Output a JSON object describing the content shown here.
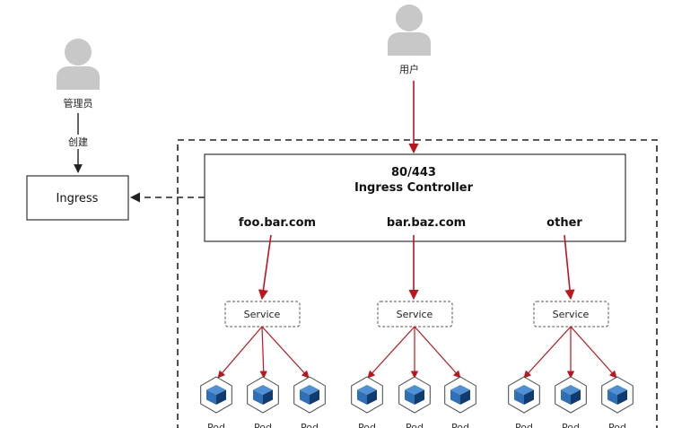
{
  "actors": {
    "admin": {
      "label": "管理员",
      "icon": "user-icon"
    },
    "user": {
      "label": "用户",
      "icon": "user-icon"
    }
  },
  "edges": {
    "create_label": "创建"
  },
  "ingress": {
    "label": "Ingress"
  },
  "controller": {
    "port": "80/443",
    "title": "Ingress Controller",
    "routes": [
      {
        "host": "foo.bar.com",
        "service": "Service",
        "pods": [
          "Pod",
          "Pod",
          "Pod"
        ]
      },
      {
        "host": "bar.baz.com",
        "service": "Service",
        "pods": [
          "Pod",
          "Pod",
          "Pod"
        ]
      },
      {
        "host": "other",
        "service": "Service",
        "pods": [
          "Pod",
          "Pod",
          "Pod"
        ]
      }
    ]
  },
  "colors": {
    "arrow_red": "#c0141c",
    "arrow_dark": "#222222",
    "person_gray": "#c8c8c8",
    "pod_blue": "#2f6fb6",
    "pod_dark": "#0f3b6e"
  }
}
